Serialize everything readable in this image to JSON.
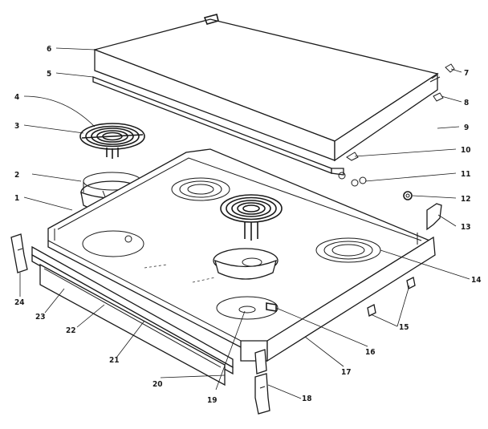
{
  "labels": [
    "1",
    "2",
    "3",
    "4",
    "5",
    "6",
    "7",
    "8",
    "9",
    "10",
    "11",
    "12",
    "13",
    "14",
    "15",
    "16",
    "17",
    "18",
    "19",
    "20",
    "21",
    "22",
    "23",
    "24"
  ]
}
